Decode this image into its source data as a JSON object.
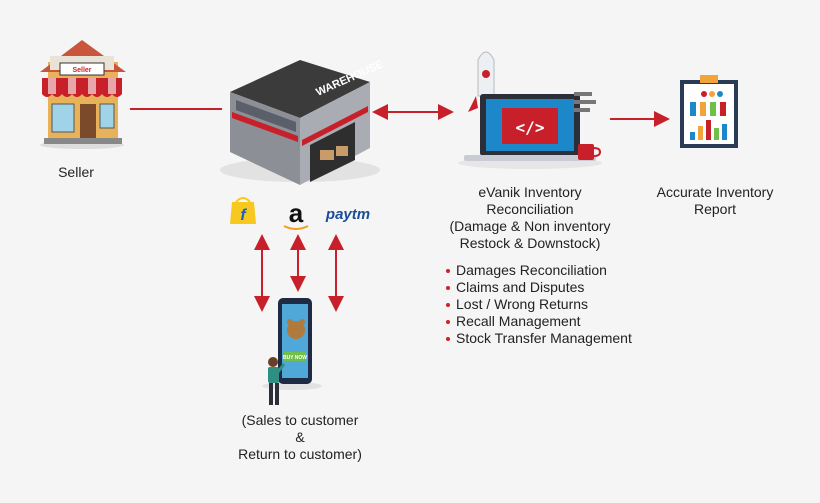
{
  "nodes": {
    "seller": {
      "label": "Seller",
      "sign": "Seller"
    },
    "warehouse": {
      "sign": "WAREHOUSE"
    },
    "evanik": {
      "lines": [
        "eVanik Inventory",
        "Reconciliation",
        "(Damage & Non inventory",
        "Restock & Downstock)"
      ]
    },
    "report": {
      "lines": [
        "Accurate Inventory",
        "Report"
      ]
    },
    "customer": {
      "lines": [
        "(Sales to customer",
        "&",
        "Return to customer)"
      ],
      "phone_button": "BUY NOW"
    }
  },
  "marketplaces": {
    "flipkart": {
      "glyph": "f"
    },
    "amazon": {
      "glyph": "a"
    },
    "paytm": {
      "text": "paytm"
    }
  },
  "features": [
    "Damages Reconciliation",
    "Claims and Disputes",
    "Lost / Wrong Returns",
    "Recall Management",
    "Stock Transfer Management"
  ],
  "colors": {
    "accent": "#c8202a",
    "screen": "#1d88c9",
    "flipkart": "#f7c81d",
    "paytm": "#1b4d98"
  }
}
